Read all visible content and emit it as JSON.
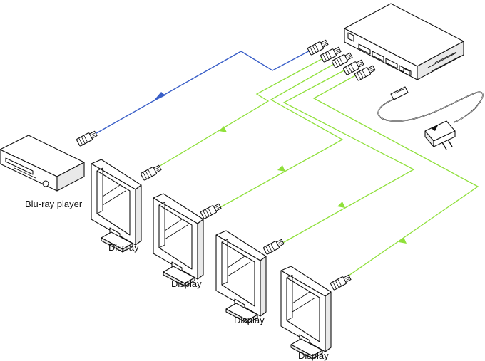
{
  "labels": {
    "source": "Blu-ray player",
    "display_1": "Display",
    "display_2": "Display",
    "display_3": "Display",
    "display_4": "Display"
  },
  "colors": {
    "input_cable": "#3a5fc8",
    "output_cable": "#8fe03a",
    "outline": "#111111"
  },
  "icons": [
    "hdmi-splitter",
    "blu-ray-player",
    "display-monitor",
    "hdmi-connector",
    "power-adapter",
    "flow-arrow"
  ]
}
